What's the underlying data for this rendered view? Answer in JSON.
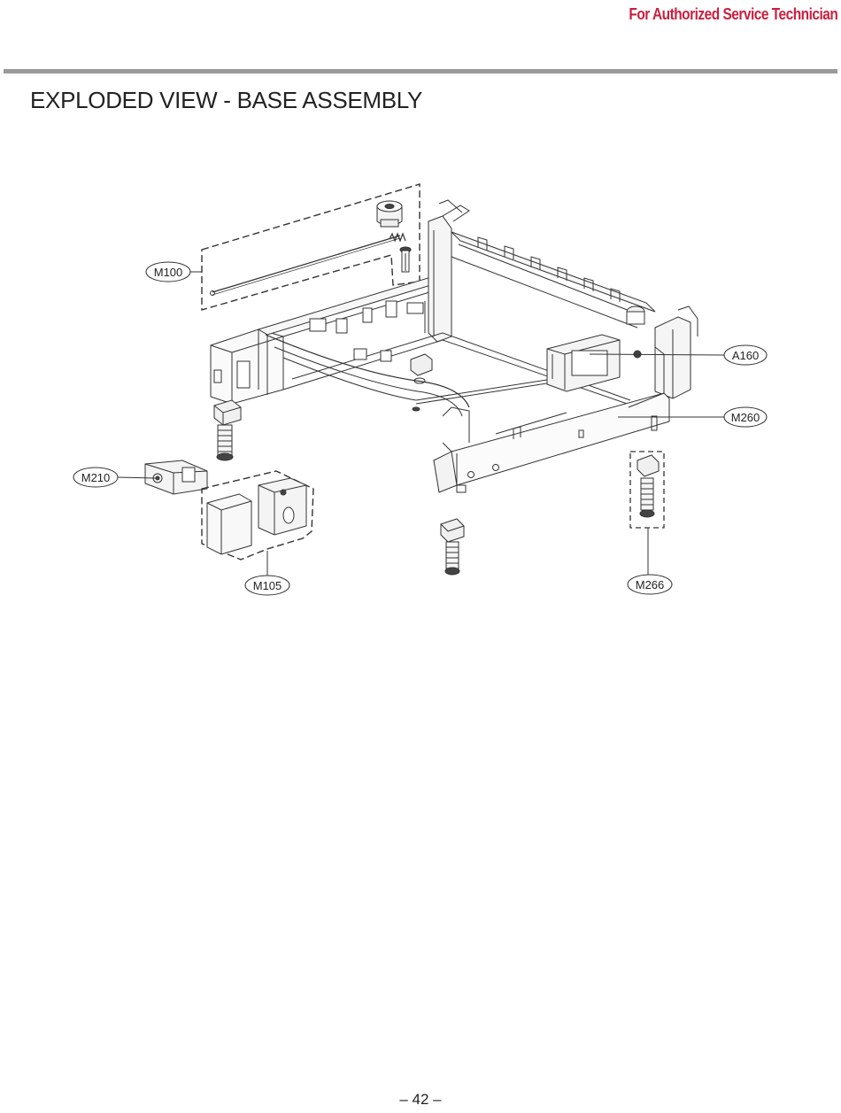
{
  "header": {
    "note": "For Authorized Service Technician",
    "note_color": "#c8203f"
  },
  "page": {
    "title": "EXPLODED VIEW - BASE ASSEMBLY",
    "number": "– 42 –"
  },
  "diagram": {
    "callouts": {
      "m100": "M100",
      "a160": "A160",
      "m260": "M260",
      "m210": "M210",
      "m105": "M105",
      "m266": "M266"
    }
  }
}
